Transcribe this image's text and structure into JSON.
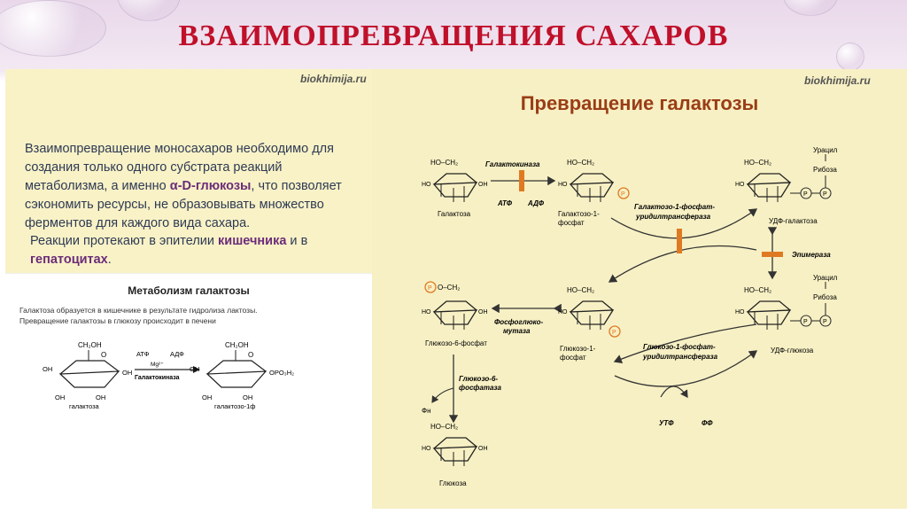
{
  "slide_title": "ВЗАИМОПРЕВРАЩЕНИЯ САХАРОВ",
  "watermark_left": "biokhimija.ru",
  "watermark_right": "biokhimija.ru",
  "intro": {
    "p1_a": "Взаимопревращение моносахаров необходимо для создания только одного субстрата реакций метаболизма, а именно ",
    "p1_bold": "α-D-глюкозы",
    "p1_b": ", что позволяет сэкономить ресурсы, не образовывать множество ферментов для каждого вида сахара.",
    "p2_a": "Реакции протекают в эпителии ",
    "p2_bold1": "кишечника",
    "p2_b": " и в ",
    "p2_bold2": "гепатоцитах",
    "p2_c": "."
  },
  "metabolism_box": {
    "heading": "Метаболизм галактозы",
    "line1": "Галактоза образуется в кишечнике в результате гидролиза лактозы.",
    "line2": "Превращение галактозы в глюкозу происходит в печени",
    "atp": "АТФ",
    "adp": "АДФ",
    "mg": "Mg²⁺",
    "enzyme": "Галактокиназа",
    "ch2oh": "CH₂OH",
    "oh": "OH",
    "o": "O",
    "opo3h2": "OPO₃H₂",
    "left_name": "галактоза",
    "right_name": "галактозо-1ф"
  },
  "diagram": {
    "title": "Превращение галактозы",
    "ho_ch2": "HO–CH₂",
    "ho": "HO",
    "oh": "OH",
    "p": "P",
    "o_ch2": "O–CH₂",
    "uracil": "Урацил",
    "ribose": "Рибоза",
    "galactose": "Галактоза",
    "galactose_1p_line1": "Галактозо-1-",
    "galactose_1p_line2": "фосфат",
    "udp_galactose": "УДФ-галактоза",
    "galactokinase": "Галактокиназа",
    "atp": "АТФ",
    "adp": "АДФ",
    "transferase1_line1": "Галактозо-1-фосфат-",
    "transferase1_line2": "уридилтрансфераза",
    "epimerase": "Эпимераза",
    "glucose_6p": "Глюкозо-6-фосфат",
    "phosphoglucomutase_line1": "Фосфоглюко-",
    "phosphoglucomutase_line2": "мутаза",
    "glucose_1p_line1": "Глюкозо-1-",
    "glucose_1p_line2": "фосфат",
    "transferase2_line1": "Глюкозо-1-фосфат-",
    "transferase2_line2": "уридилтрансфераза",
    "udp_glucose": "УДФ-глюкоза",
    "phosphatase_line1": "Глюкозо-6-",
    "phosphatase_line2": "фосфатаза",
    "pn": "Фн",
    "utp": "УТФ",
    "pp": "ФФ",
    "glucose": "Глюкоза"
  },
  "colors": {
    "title": "#c0102a",
    "enzyme_bar": "#e07a22",
    "phosphate": "#e07a22",
    "panel": "#f7f0c4"
  }
}
